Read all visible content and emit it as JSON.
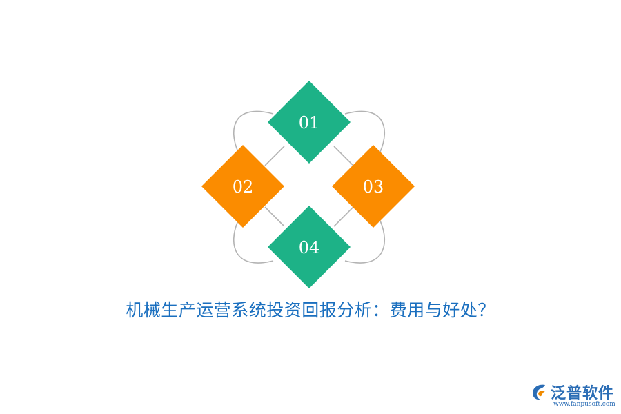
{
  "diagram": {
    "items": [
      {
        "label": "01",
        "color": "#1db287"
      },
      {
        "label": "02",
        "color": "#fb8c00"
      },
      {
        "label": "03",
        "color": "#fb8c00"
      },
      {
        "label": "04",
        "color": "#1db287"
      }
    ],
    "connector_color": "#b3b3b3"
  },
  "title": {
    "text": "机械生产运营系统投资回报分析：费用与好处？",
    "color": "#1a6fbf"
  },
  "logo": {
    "name": "泛普软件",
    "url": "www.fanpusoft.com",
    "name_color": "#2b6db5",
    "accent_color": "#f08a00"
  }
}
